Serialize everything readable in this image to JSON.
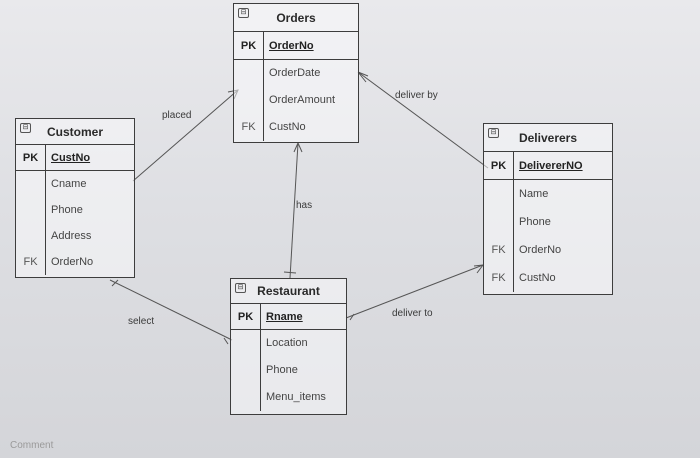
{
  "entities": {
    "orders": {
      "name": "Orders",
      "pk": {
        "key": "PK",
        "attr": "OrderNo"
      },
      "attrs": [
        {
          "key": "",
          "attr": "OrderDate"
        },
        {
          "key": "",
          "attr": "OrderAmount"
        },
        {
          "key": "FK",
          "attr": "CustNo"
        }
      ]
    },
    "customer": {
      "name": "Customer",
      "pk": {
        "key": "PK",
        "attr": "CustNo"
      },
      "attrs": [
        {
          "key": "",
          "attr": "Cname"
        },
        {
          "key": "",
          "attr": "Phone"
        },
        {
          "key": "",
          "attr": "Address"
        },
        {
          "key": "FK",
          "attr": "OrderNo"
        }
      ]
    },
    "deliverers": {
      "name": "Deliverers",
      "pk": {
        "key": "PK",
        "attr": "DelivererNO"
      },
      "attrs": [
        {
          "key": "",
          "attr": "Name"
        },
        {
          "key": "",
          "attr": "Phone"
        },
        {
          "key": "FK",
          "attr": "OrderNo"
        },
        {
          "key": "FK",
          "attr": "CustNo"
        }
      ]
    },
    "restaurant": {
      "name": "Restaurant",
      "pk": {
        "key": "PK",
        "attr": "Rname"
      },
      "attrs": [
        {
          "key": "",
          "attr": "Location"
        },
        {
          "key": "",
          "attr": "Phone"
        },
        {
          "key": "",
          "attr": "Menu_items"
        }
      ]
    }
  },
  "relationships": {
    "placed": "placed",
    "deliver_by": "deliver by",
    "has": "has",
    "select": "select",
    "deliver_to": "deliver to"
  },
  "footer": "Comment"
}
